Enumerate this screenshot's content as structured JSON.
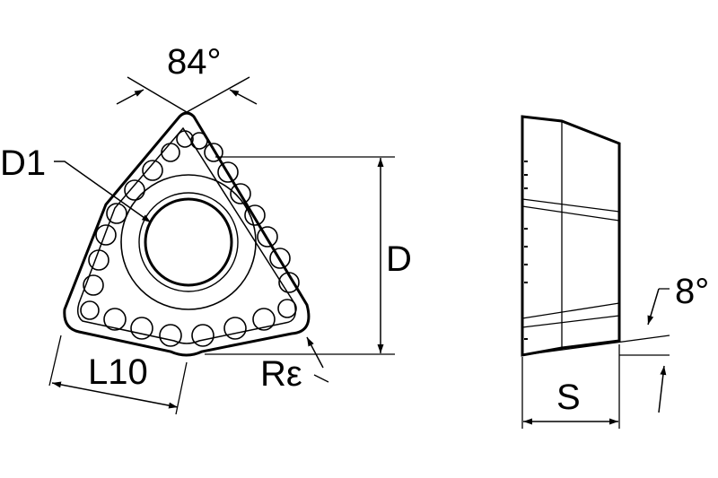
{
  "diagram": {
    "labels": {
      "angle_top": "84°",
      "hole_diameter": "D1",
      "inscribed_diameter": "D",
      "edge_length": "L10",
      "corner_radius": "Rε",
      "clearance_angle": "8°",
      "thickness": "S"
    },
    "colors": {
      "line": "#000000",
      "background": "#ffffff"
    }
  }
}
